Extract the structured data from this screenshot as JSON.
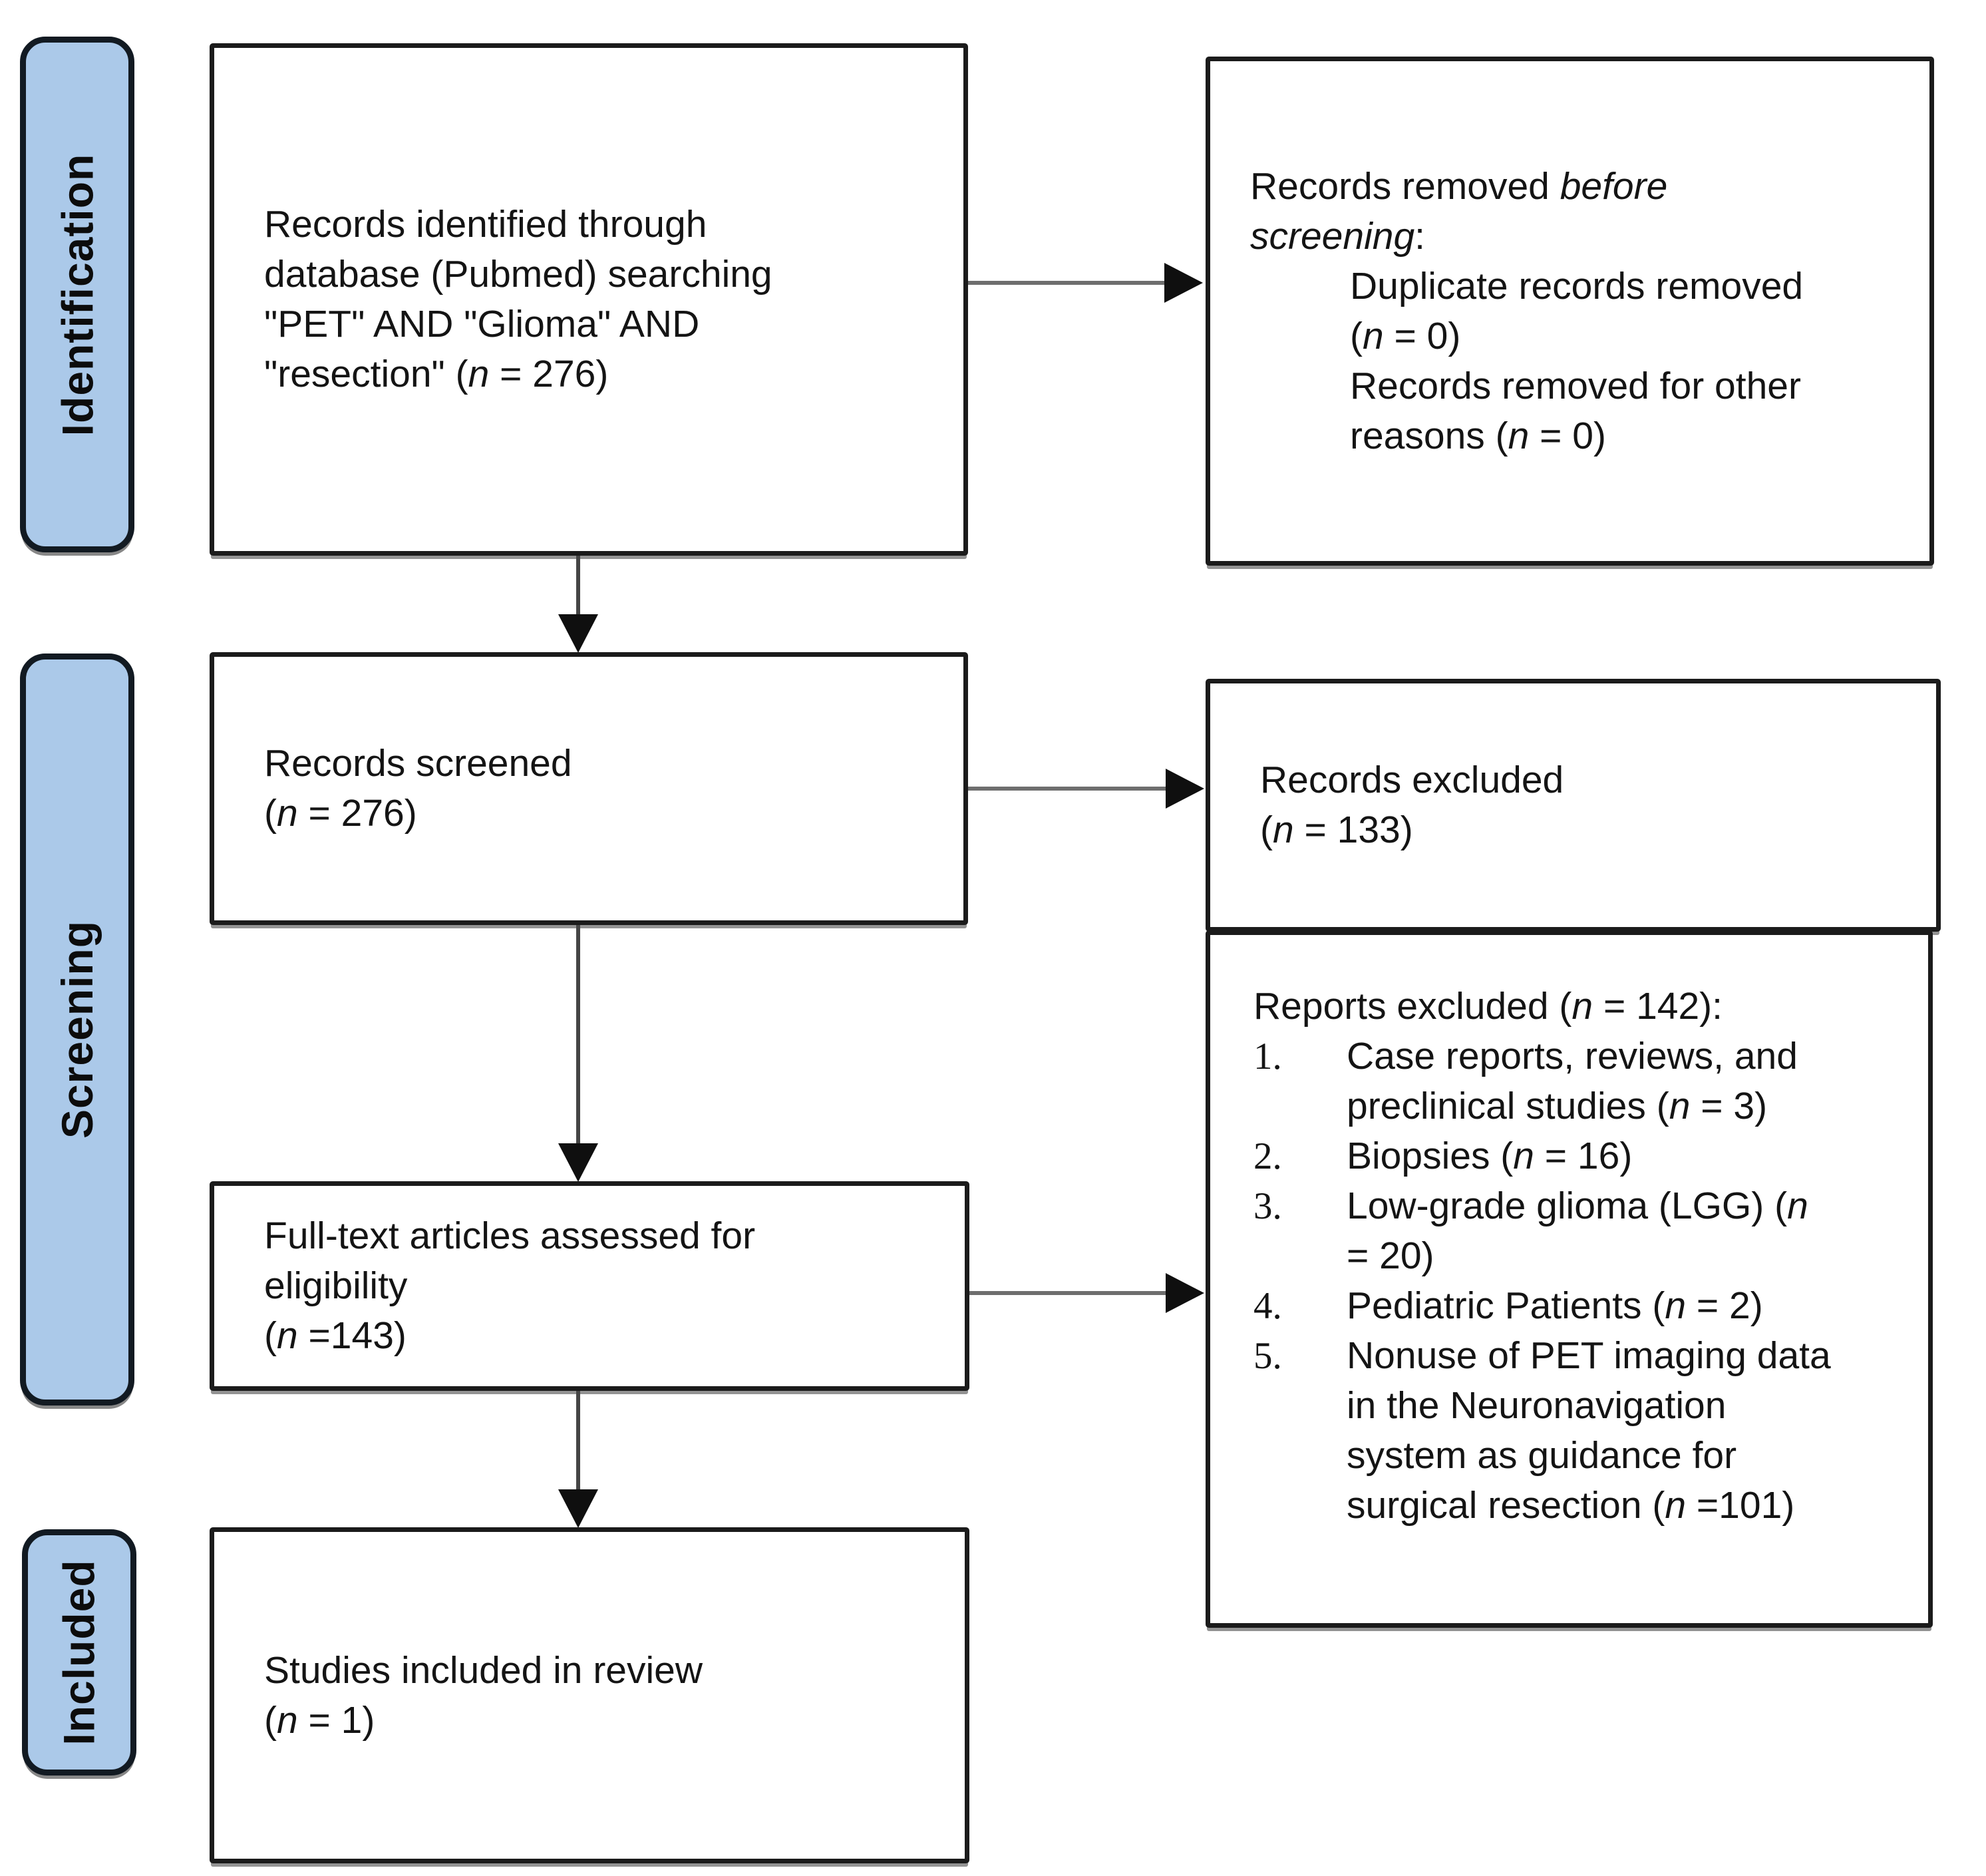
{
  "diagram": {
    "stages": [
      {
        "label": "Identification"
      },
      {
        "label": "Screening"
      },
      {
        "label": "Included"
      }
    ],
    "boxes": {
      "identified": {
        "lines": [
          "Records identified through",
          "database (Pubmed) searching",
          "\"PET\" AND \"Glioma\" AND",
          "\"resection\" (*n* = 276)"
        ]
      },
      "removed_before_screening": {
        "intro_lines": [
          "Records removed *before*",
          "*screening*:"
        ],
        "item_lines": [
          "Duplicate records removed",
          "(*n* = 0)",
          "Records removed for other",
          "reasons (*n* = 0)"
        ]
      },
      "screened": {
        "lines": [
          "Records screened",
          "(*n* = 276)"
        ]
      },
      "records_excluded": {
        "lines": [
          "Records excluded",
          "(*n* = 133)"
        ]
      },
      "fulltext": {
        "lines": [
          "Full-text articles assessed for",
          "eligibility",
          "(*n* =143)"
        ]
      },
      "reports_excluded": {
        "title": "Reports excluded (*n* = 142):",
        "items": [
          {
            "num": "1.",
            "lines": [
              "Case reports, reviews, and",
              "preclinical studies (*n* = 3)"
            ]
          },
          {
            "num": "2.",
            "lines": [
              "Biopsies (*n* = 16)"
            ]
          },
          {
            "num": "3.",
            "lines": [
              "Low-grade glioma (LGG) (*n*",
              "= 20)"
            ]
          },
          {
            "num": "4.",
            "lines": [
              "Pediatric Patients (*n* = 2)"
            ]
          },
          {
            "num": "5.",
            "lines": [
              "Nonuse of PET imaging data",
              "in the Neuronavigation",
              "system as guidance for",
              "surgical resection (*n* =101)"
            ]
          }
        ]
      },
      "included": {
        "lines": [
          "Studies included in review",
          "(*n* = 1)"
        ]
      }
    },
    "colors": {
      "stage_fill": "#abc9e9",
      "box_border": "#1b1b1b",
      "text": "#141414",
      "line": "#6e6e6e",
      "arrowhead": "#0f0f0f"
    }
  }
}
